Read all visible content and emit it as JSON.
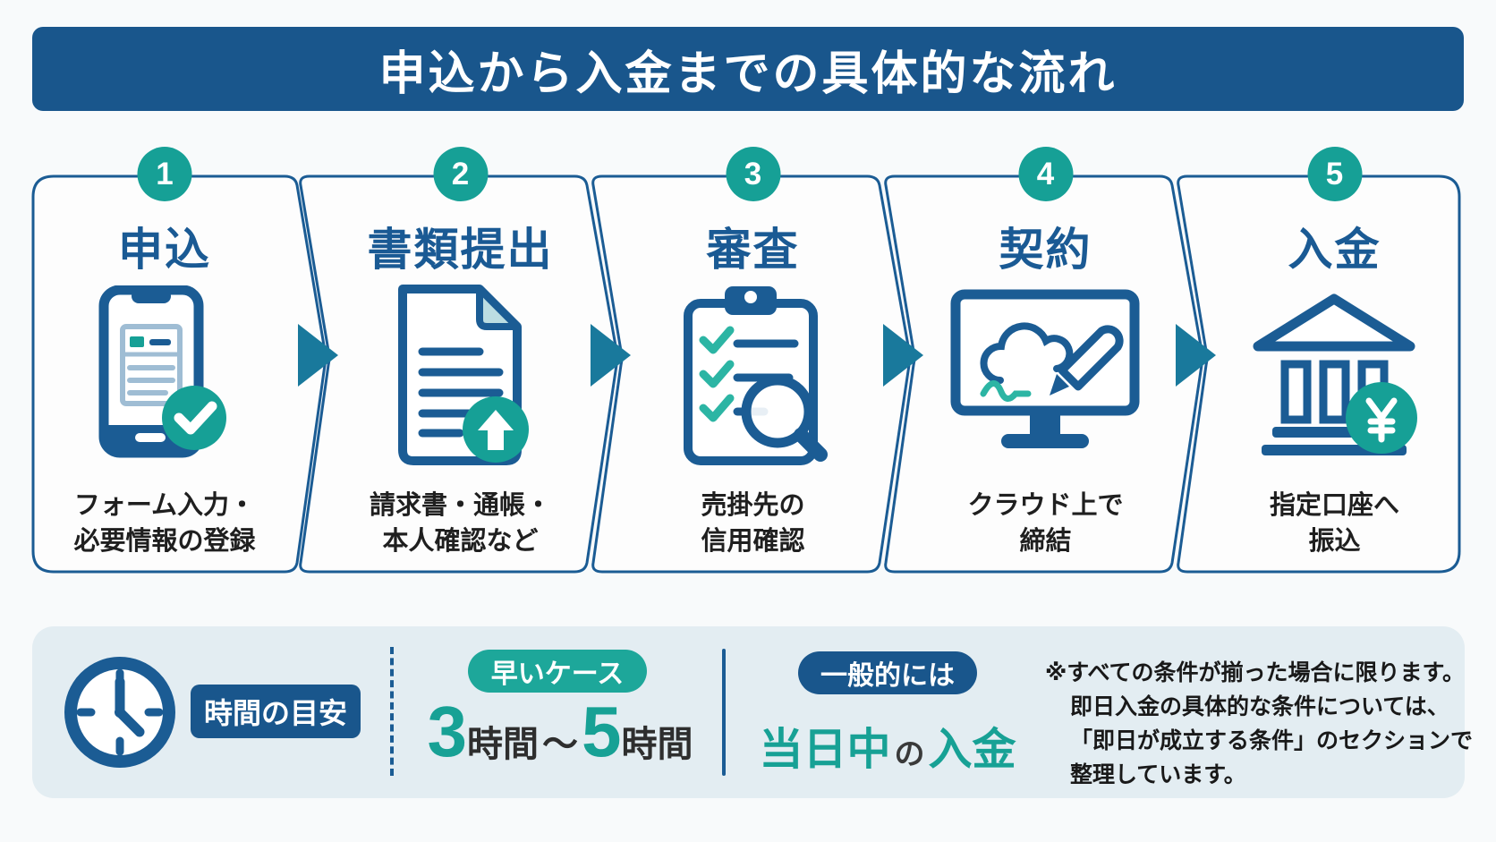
{
  "header": {
    "title": "申込から入金までの具体的な流れ"
  },
  "steps": [
    {
      "number": "1",
      "title": "申込",
      "icon": "smartphone-check-icon",
      "desc_line1": "フォーム入力・",
      "desc_line2": "必要情報の登録"
    },
    {
      "number": "2",
      "title": "書類提出",
      "icon": "document-upload-icon",
      "desc_line1": "請求書・通帳・",
      "desc_line2": "本人確認など"
    },
    {
      "number": "3",
      "title": "審査",
      "icon": "clipboard-search-icon",
      "desc_line1": "売掛先の",
      "desc_line2": "信用確認"
    },
    {
      "number": "4",
      "title": "契約",
      "icon": "cloud-signature-icon",
      "desc_line1": "クラウド上で",
      "desc_line2": "締結"
    },
    {
      "number": "5",
      "title": "入金",
      "icon": "bank-yen-icon",
      "desc_line1": "指定口座へ",
      "desc_line2": "振込"
    }
  ],
  "footer": {
    "label_badge": "時間の目安",
    "fast": {
      "badge": "早いケース",
      "num1": "3",
      "unit1": "時間",
      "tilde": "〜",
      "num2": "5",
      "unit2": "時間"
    },
    "general": {
      "badge": "一般的には",
      "highlight1": "当日中",
      "particle": "の",
      "highlight2": "入金"
    },
    "note_lines": [
      "※すべての条件が揃った場合に限ります。",
      "即日入金の具体的な条件については、",
      "「即日が成立する条件」のセクションで",
      "整理しています。"
    ]
  },
  "colors": {
    "header_blue": "#19568c",
    "stroke_blue": "#1b5c94",
    "title_blue": "#1a5a94",
    "teal": "#16a096",
    "teal_bright": "#2cb5a4",
    "arrow_teal_blue": "#19799c",
    "panel_bg": "#e3edf2",
    "page_bg": "#f8fafb"
  }
}
